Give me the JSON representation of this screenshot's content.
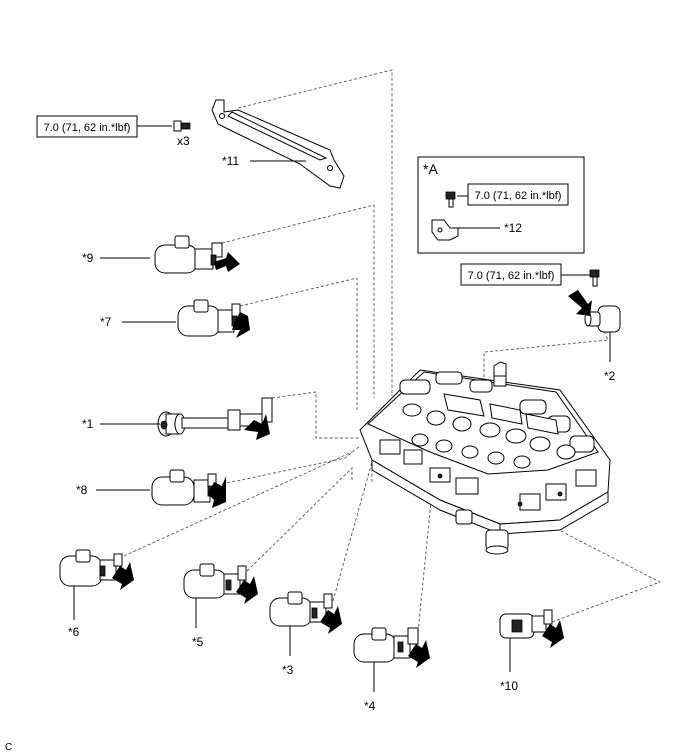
{
  "torque_spec": "7.0 (71, 62 in.*lbf)",
  "quantity": "x3",
  "detail_label": "*A",
  "footer_code": "C",
  "labels": {
    "p11": "*11",
    "p12": "*12",
    "p9": "*9",
    "p7": "*7",
    "p1": "*1",
    "p8": "*8",
    "p6": "*6",
    "p5": "*5",
    "p3": "*3",
    "p4": "*4",
    "p10": "*10",
    "p2": "*2"
  }
}
